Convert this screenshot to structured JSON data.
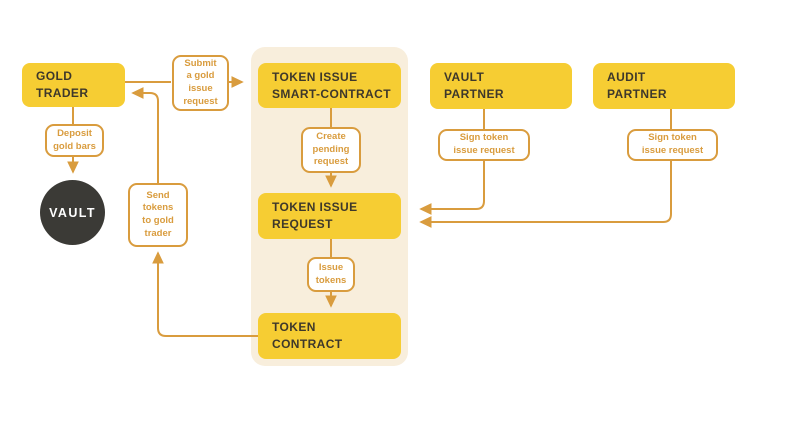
{
  "colors": {
    "yellow": "#F6CD33",
    "orange": "#D99C3E",
    "dark_text": "#3E382B",
    "beige_panel": "#F8EEDC",
    "vault_circle": "#3B3A36",
    "background": "#FFFFFF",
    "small_box_bg": "#FFFFFF"
  },
  "nodes": {
    "gold_trader": {
      "label": "GOLD\nTRADER"
    },
    "vault": {
      "label": "VAULT"
    },
    "smart_contract": {
      "label": "TOKEN ISSUE\nSMART-CONTRACT"
    },
    "token_issue_request": {
      "label": "TOKEN ISSUE\nREQUEST"
    },
    "token_contract": {
      "label": "TOKEN\nCONTRACT"
    },
    "vault_partner": {
      "label": "VAULT\nPARTNER"
    },
    "audit_partner": {
      "label": "AUDIT\nPARTNER"
    }
  },
  "actions": {
    "deposit_gold_bars": "Deposit\ngold bars",
    "submit_gold_issue_request": "Submit\na gold\nissue\nrequest",
    "send_tokens_to_gold_trader": "Send\ntokens\nto gold\ntrader",
    "create_pending_request": "Create\npending\nrequest",
    "issue_tokens": "Issue\ntokens",
    "sign_token_issue_request_vault": "Sign token\nissue request",
    "sign_token_issue_request_audit": "Sign token\nissue request"
  }
}
